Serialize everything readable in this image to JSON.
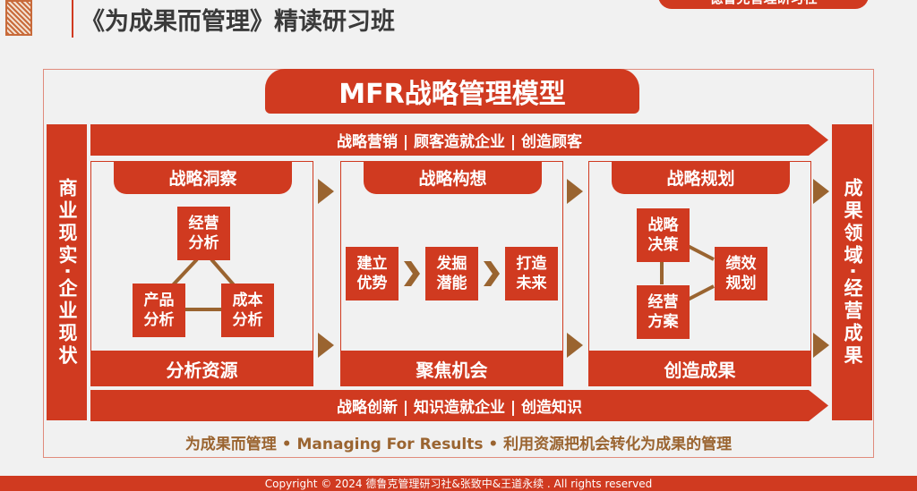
{
  "header": {
    "title": "《为成果而管理》精读研习班",
    "badge": "德鲁克管理研习社"
  },
  "model": {
    "title": "MFR战略管理模型",
    "left_column": "商业现实·企业现状",
    "right_column": "成果领域·经营成果",
    "top_band": "战略营销 | 顾客造就企业 | 创造顾客",
    "bottom_band": "战略创新 | 知识造就企业 | 创造知识",
    "panels": [
      {
        "header": "战略洞察",
        "footer": "分析资源",
        "boxes": [
          "经营分析",
          "产品分析",
          "成本分析"
        ]
      },
      {
        "header": "战略构想",
        "footer": "聚焦机会",
        "boxes": [
          "建立优势",
          "发掘潜能",
          "打造未来"
        ]
      },
      {
        "header": "战略规划",
        "footer": "创造成果",
        "boxes": [
          "战略决策",
          "经营方案",
          "绩效规划"
        ]
      }
    ],
    "tagline": "为成果而管理 • Managing For Results • 利用资源把机会转化为成果的管理"
  },
  "footer": {
    "copyright": "Copyright © 2024 德鲁克管理研习社&张致中&王道永续 . All rights reserved"
  },
  "colors": {
    "red": "#d03a20",
    "brown": "#9a6430"
  }
}
